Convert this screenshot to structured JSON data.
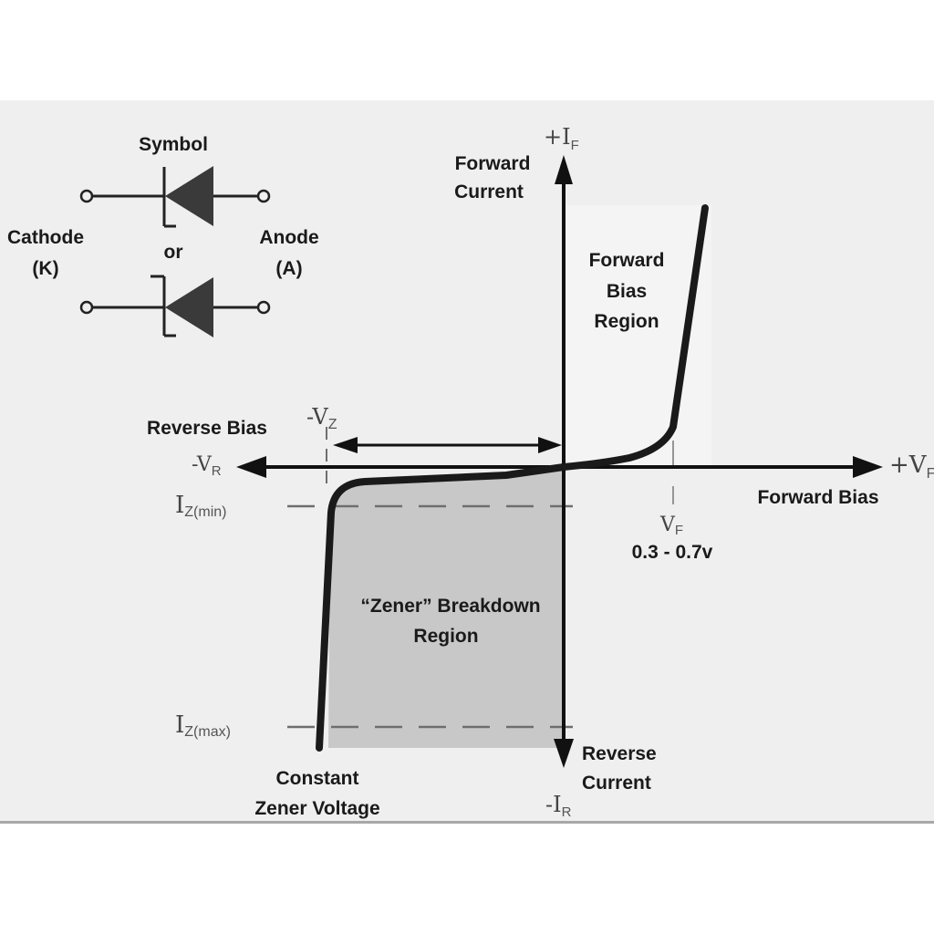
{
  "symbol_panel": {
    "title": "Symbol",
    "or_label": "or",
    "cathode_label": "Cathode",
    "cathode_abbr": "(K)",
    "anode_label": "Anode",
    "anode_abbr": "(A)"
  },
  "axes": {
    "y_pos_symbol": "+I",
    "y_pos_sub": "F",
    "y_pos_title_1": "Forward",
    "y_pos_title_2": "Current",
    "y_neg_symbol": "-I",
    "y_neg_sub": "R",
    "y_neg_title_1": "Reverse",
    "y_neg_title_2": "Current",
    "x_pos_symbol": "+V",
    "x_pos_sub": "F",
    "x_pos_title": "Forward Bias",
    "x_neg_symbol": "-V",
    "x_neg_sub": "R",
    "x_neg_title": "Reverse Bias"
  },
  "markers": {
    "vz_symbol": "-V",
    "vz_sub": "Z",
    "vf_symbol": "V",
    "vf_sub": "F",
    "vf_range": "0.3 - 0.7v",
    "izmin_symbol": "I",
    "izmin_sub": "Z(min)",
    "izmax_symbol": "I",
    "izmax_sub": "Z(max)"
  },
  "regions": {
    "forward_1": "Forward",
    "forward_2": "Bias",
    "forward_3": "Region",
    "zener_1": "“Zener” Breakdown",
    "zener_2": "Region",
    "constant_1": "Constant",
    "constant_2": "Zener Voltage"
  },
  "colors": {
    "background": "#efefef",
    "zener_fill": "#c8c8c8",
    "forward_fill": "#f3f3f3",
    "curve": "#1a1a1a",
    "dash": "#6e6e6e"
  }
}
